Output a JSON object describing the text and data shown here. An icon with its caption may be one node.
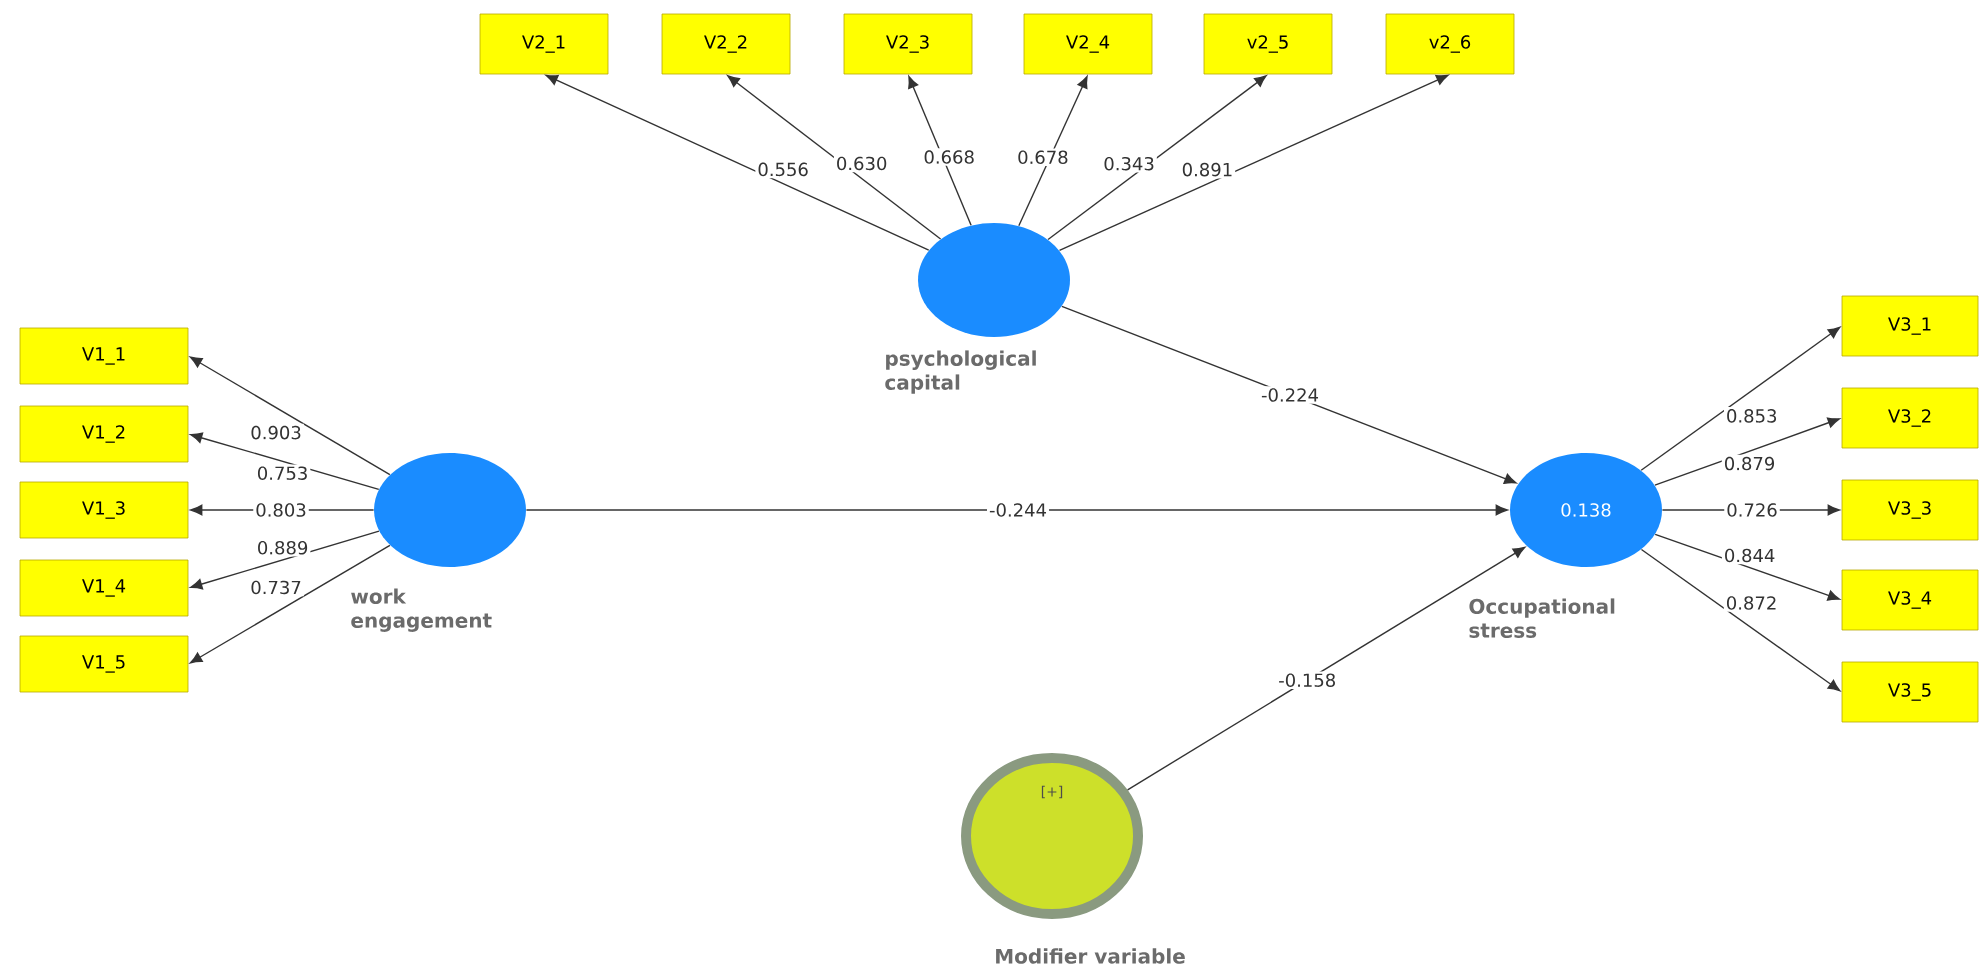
{
  "diagram": {
    "nodes": [
      {
        "text": [
          "psychological capital"
        ]
      },
      {
        "text": [
          "work engagement"
        ]
      },
      {
        "text": [
          "0.138",
          "Occupational stress"
        ]
      },
      {
        "text": [
          "[+]",
          "Modifier variable"
        ]
      },
      {
        "text": [
          "V2_1"
        ]
      },
      {
        "text": [
          "V2_2"
        ]
      },
      {
        "text": [
          "V2_3"
        ]
      },
      {
        "text": [
          "V2_4"
        ]
      },
      {
        "text": [
          "v2_5"
        ]
      },
      {
        "text": [
          "v2_6"
        ]
      },
      {
        "text": [
          "V1_1"
        ]
      },
      {
        "text": [
          "V1_2"
        ]
      },
      {
        "text": [
          "V1_3"
        ]
      },
      {
        "text": [
          "V1_4"
        ]
      },
      {
        "text": [
          "V1_5"
        ]
      },
      {
        "text": [
          "V3_1"
        ]
      },
      {
        "text": [
          "V3_2"
        ]
      },
      {
        "text": [
          "V3_3"
        ]
      },
      {
        "text": [
          "V3_4"
        ]
      },
      {
        "text": [
          "V3_5"
        ]
      }
    ],
    "edges": [
      {
        "from": 0,
        "to": 4,
        "arrow": "to",
        "label": "0.556"
      },
      {
        "from": 0,
        "to": 5,
        "arrow": "to",
        "label": "0.630"
      },
      {
        "from": 0,
        "to": 6,
        "arrow": "to",
        "label": "0.668"
      },
      {
        "from": 0,
        "to": 7,
        "arrow": "to",
        "label": "0.678"
      },
      {
        "from": 0,
        "to": 8,
        "arrow": "to",
        "label": "0.343"
      },
      {
        "from": 0,
        "to": 9,
        "arrow": "to",
        "label": "0.891"
      },
      {
        "from": 1,
        "to": 10,
        "arrow": "to",
        "label": "0.903"
      },
      {
        "from": 1,
        "to": 11,
        "arrow": "to",
        "label": "0.753"
      },
      {
        "from": 1,
        "to": 12,
        "arrow": "to",
        "label": "0.803"
      },
      {
        "from": 1,
        "to": 13,
        "arrow": "to",
        "label": "0.889"
      },
      {
        "from": 1,
        "to": 14,
        "arrow": "to",
        "label": "0.737"
      },
      {
        "from": 2,
        "to": 15,
        "arrow": "to",
        "label": "0.853"
      },
      {
        "from": 2,
        "to": 16,
        "arrow": "to",
        "label": "0.879"
      },
      {
        "from": 2,
        "to": 17,
        "arrow": "to",
        "label": "0.726"
      },
      {
        "from": 2,
        "to": 18,
        "arrow": "to",
        "label": "0.844"
      },
      {
        "from": 2,
        "to": 19,
        "arrow": "to",
        "label": "0.872"
      },
      {
        "from": 0,
        "to": 2,
        "arrow": "to",
        "label": "-0.224"
      },
      {
        "from": 1,
        "to": 2,
        "arrow": "to",
        "label": "-0.244"
      },
      {
        "from": 3,
        "to": 2,
        "arrow": "to",
        "label": "-0.158"
      }
    ]
  }
}
